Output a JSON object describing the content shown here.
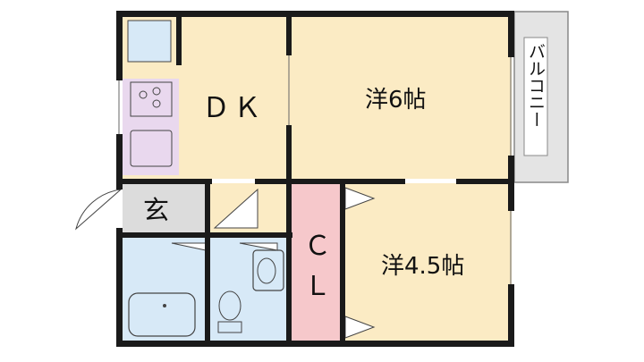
{
  "rooms": {
    "dk": "ＤＫ",
    "western_6": "洋6帖",
    "western_45": "洋4.5帖",
    "closet_c": "Ｃ",
    "closet_l": "Ｌ",
    "entrance": "玄",
    "balcony": "バルコニー"
  },
  "colors": {
    "floor": "#fbebc4",
    "wet": "#d7e9f7",
    "kitchen": "#e9d8ee",
    "closet": "#f6c8cb",
    "entrance": "#dcdcdc",
    "wall": "#1a1a1a",
    "balcony": "#e4e4e4"
  }
}
